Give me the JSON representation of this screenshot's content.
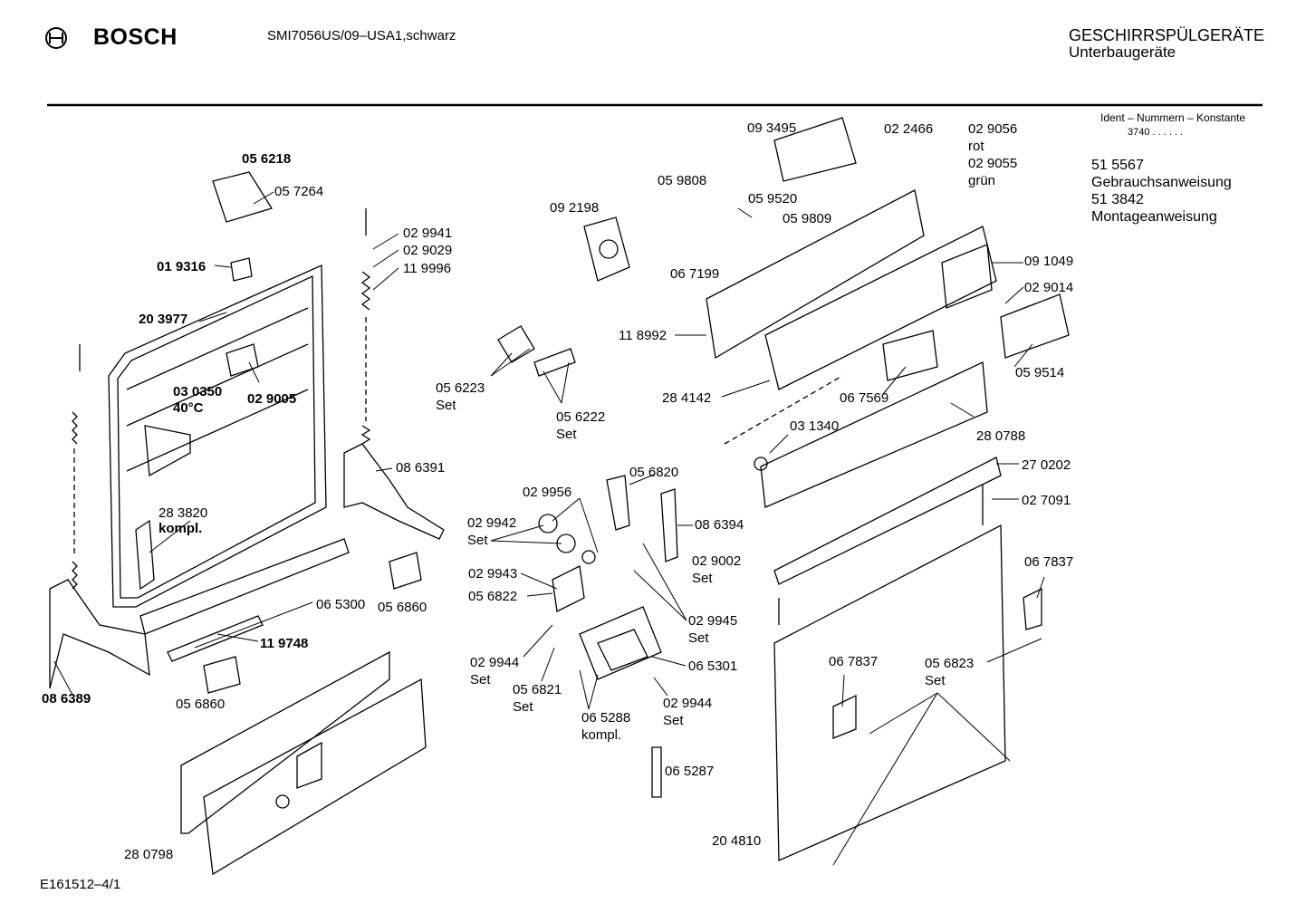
{
  "header": {
    "brand": "BOSCH",
    "model": "SMI7056US/09–USA1,schwarz",
    "category": "GESCHIRRSPÜLGERÄTE",
    "subcategory": "Unterbaugeräte"
  },
  "ident": {
    "title": "Ident – Nummern – Konstante",
    "value": "3740  .  .  .  .  .  ."
  },
  "documents": [
    {
      "number": "51 5567",
      "name": "Gebrauchsanweisung"
    },
    {
      "number": "51 3842",
      "name": "Montageanweisung"
    }
  ],
  "footer": "E161512–4/1",
  "parts": {
    "p056218": "05 6218",
    "p057264": "05 7264",
    "p019316": "01 9316",
    "p203977": "20 3977",
    "p030350": "03 0350",
    "p40c": "40°C",
    "p029005": "02 9005",
    "p029941": "02 9941",
    "p029029": "02 9029",
    "p119996": "11 9996",
    "p283820": "28 3820",
    "kompl1": "kompl.",
    "p086391": "08 6391",
    "p065300": "06 5300",
    "p119748": "11 9748",
    "p086389": "08 6389",
    "p056860a": "05 6860",
    "p056860b": "05 6860",
    "p280798": "28 0798",
    "p092198": "09 2198",
    "p093495": "09 3495",
    "p059808": "05 9808",
    "p059520": "05 9520",
    "p059809": "05 9809",
    "p022466": "02 2466",
    "p029056": "02 9056",
    "rot": "rot",
    "p029055": "02 9055",
    "gruen": "grün",
    "p067199": "06 7199",
    "p091049": "09 1049",
    "p029014": "02 9014",
    "p059514": "05 9514",
    "p118992": "11 8992",
    "p284142": "28 4142",
    "p067569": "06 7569",
    "p056223": "05 6223",
    "set1": "Set",
    "p056222": "05 6222",
    "set2": "Set",
    "p031340": "03 1340",
    "p280788": "28 0788",
    "p270202": "27 0202",
    "p027091": "02 7091",
    "p029956": "02 9956",
    "p056820": "05 6820",
    "p029942": "02 9942",
    "set3": "Set",
    "p086394": "08 6394",
    "p029002": "02 9002",
    "set4": "Set",
    "p029943": "02 9943",
    "p056822": "05 6822",
    "p029945": "02 9945",
    "set5": "Set",
    "p029944a": "02 9944",
    "set6": "Set",
    "p056821": "05 6821",
    "set7": "Set",
    "p065301": "06 5301",
    "p065288": "06 5288",
    "kompl2": "kompl.",
    "p029944b": "02 9944",
    "set8": "Set",
    "p065287": "06 5287",
    "p067837a": "06 7837",
    "p067837b": "06 7837",
    "p056823": "05 6823",
    "set9": "Set",
    "p204810": "20 4810"
  }
}
